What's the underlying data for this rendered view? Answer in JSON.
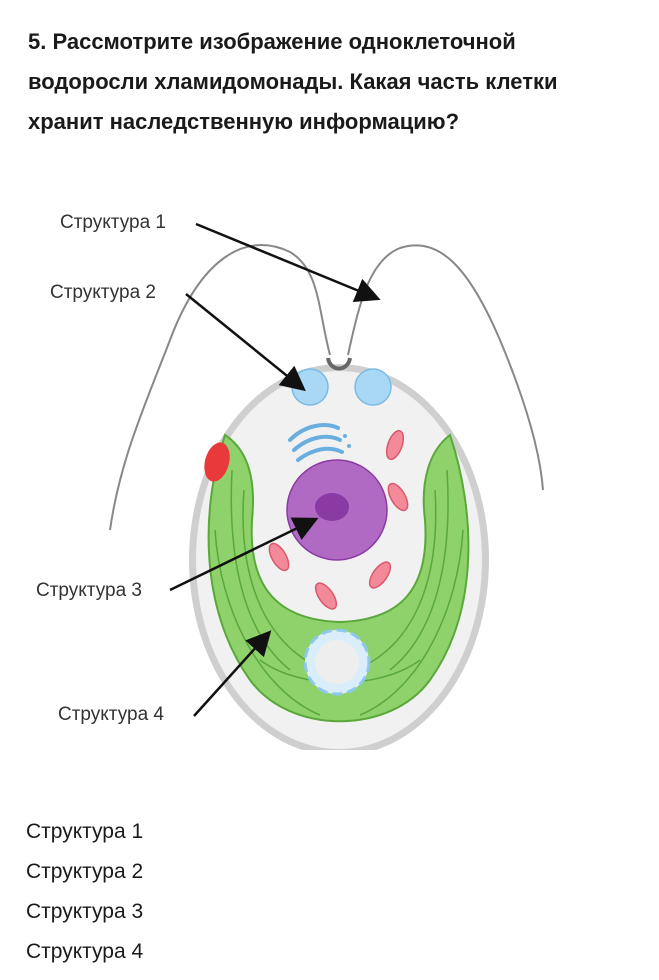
{
  "question": {
    "text": "5. Рассмотрите изображение одноклеточной водоросли хламидомонады. Какая часть клетки хранит наследственную информацию?"
  },
  "figure": {
    "labels": [
      "Структура 1",
      "Структура 2",
      "Структура 3",
      "Структура 4"
    ]
  },
  "options": [
    {
      "label": "Структура 1"
    },
    {
      "label": "Структура 2"
    },
    {
      "label": "Структура 3"
    },
    {
      "label": "Структура 4"
    }
  ],
  "colors": {
    "chloroplast": "#8fd16a",
    "nucleus": "#b16ac4",
    "nucleolus": "#8a3aa3",
    "vacuole": "#a9d8f5",
    "mitochondrion": "#f28a9a",
    "eyespot": "#e83a3a",
    "cell_wall": "#cfcfcf"
  }
}
